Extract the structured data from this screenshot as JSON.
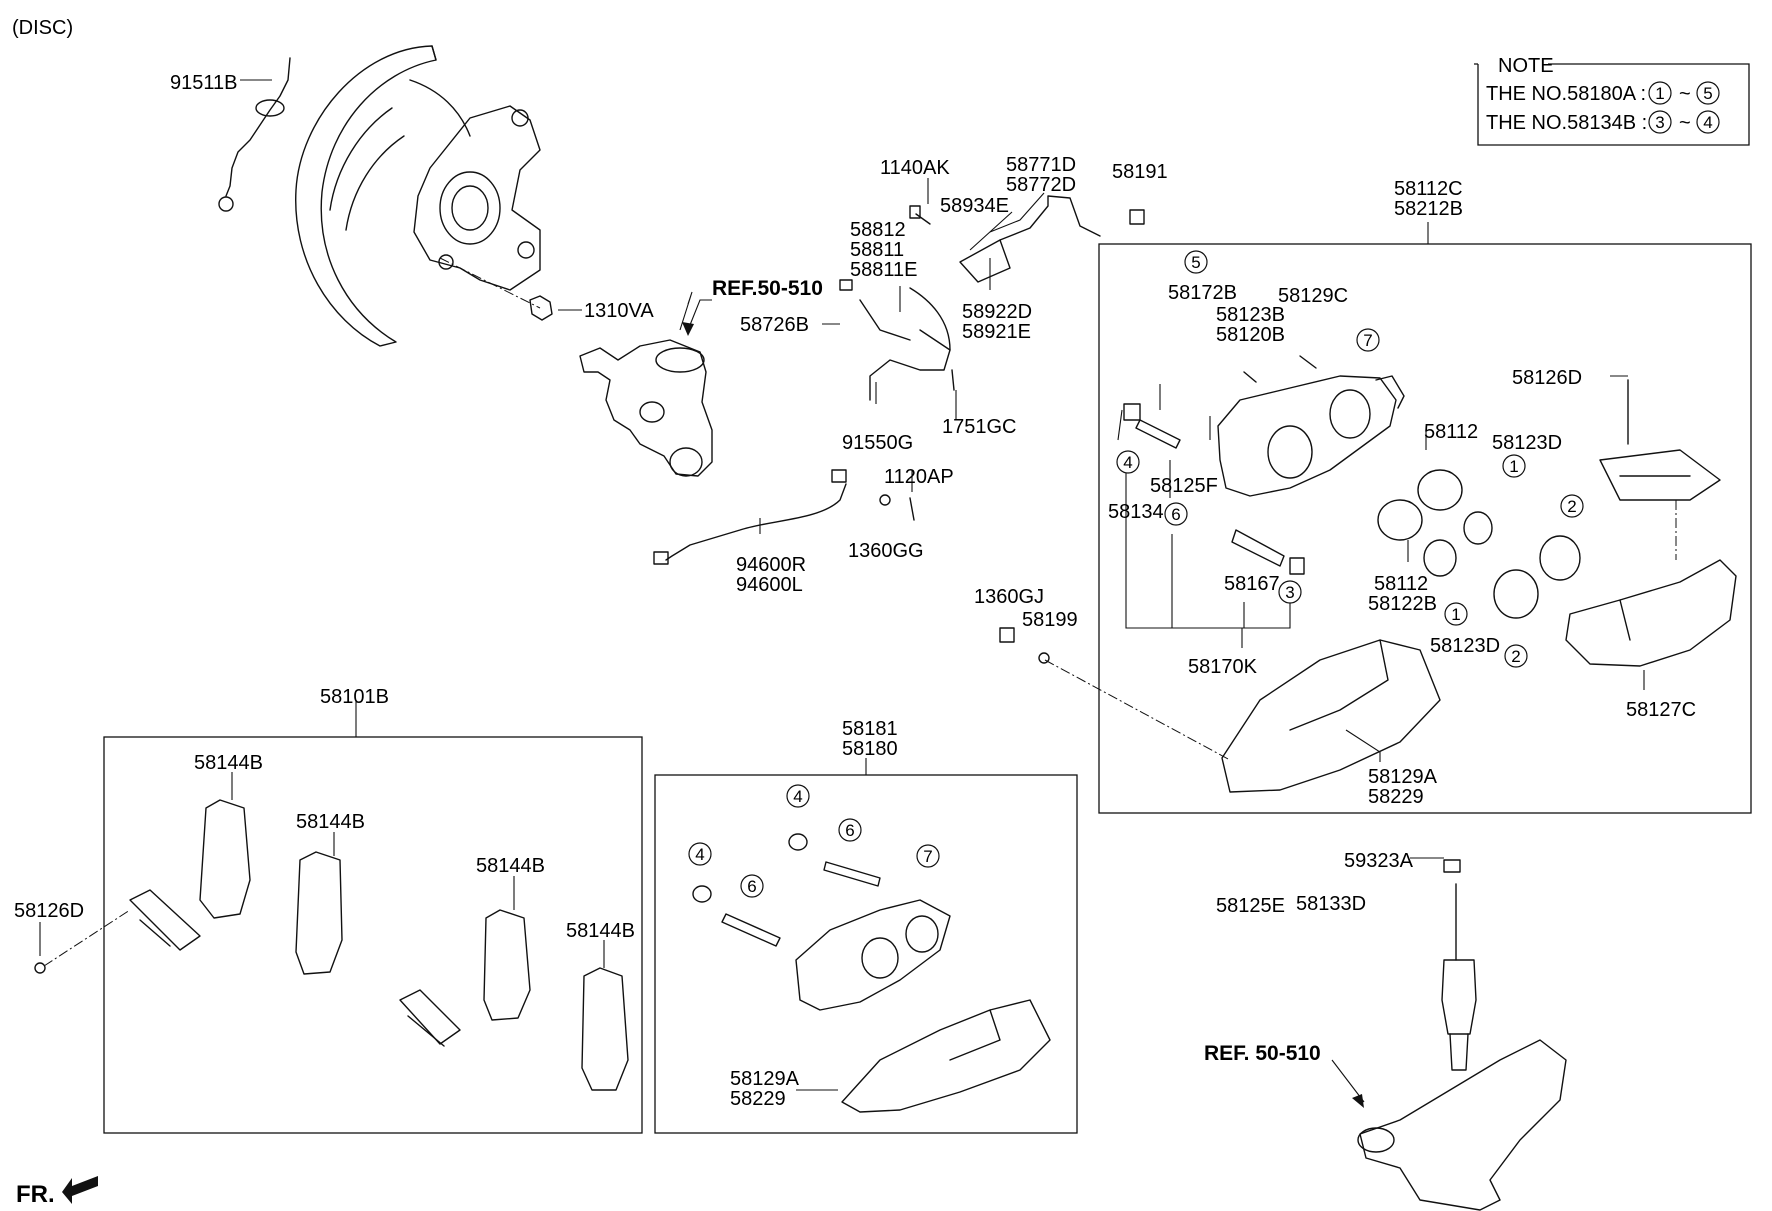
{
  "header": {
    "title": "(DISC)"
  },
  "note": {
    "title": "NOTE",
    "lines": [
      {
        "text": "THE NO.58180A :",
        "from": "1",
        "sep": "~",
        "to": "5"
      },
      {
        "text": "THE NO.58134B :",
        "from": "3",
        "sep": "~",
        "to": "4"
      }
    ]
  },
  "refs": {
    "upper": "REF.50-510",
    "lower": "REF. 50-510"
  },
  "front_marker": "FR.",
  "labels": {
    "p91511B": "91511B",
    "p1310VA": "1310VA",
    "p1140AK": "1140AK",
    "p58771D": "58771D",
    "p58772D": "58772D",
    "p58191": "58191",
    "p58934E": "58934E",
    "p58812": "58812",
    "p58811": "58811",
    "p58811E": "58811E",
    "p58726B": "58726B",
    "p58922D": "58922D",
    "p58921E": "58921E",
    "p91550G": "91550G",
    "p1751GC": "1751GC",
    "p1120AP": "1120AP",
    "p1360GG": "1360GG",
    "p94600R": "94600R",
    "p94600L": "94600L",
    "p58112C": "58112C",
    "p58212B": "58212B",
    "p58172B": "58172B",
    "p58123B": "58123B",
    "p58120B": "58120B",
    "p58129C": "58129C",
    "p58126D_top": "58126D",
    "p58125F": "58125F",
    "p58134": "58134",
    "p58112_a": "58112",
    "p58123D_a": "58123D",
    "p58112_b": "58112",
    "p58122B": "58122B",
    "p58123D_b": "58123D",
    "p58167": "58167",
    "p58170K": "58170K",
    "p1360GJ": "1360GJ",
    "p58199": "58199",
    "p58127C": "58127C",
    "p58129A_top": "58129A",
    "p58229_top": "58229",
    "p59323A": "59323A",
    "p58125E": "58125E",
    "p58133D": "58133D",
    "p58101B": "58101B",
    "p58144B_1": "58144B",
    "p58144B_2": "58144B",
    "p58144B_3": "58144B",
    "p58144B_4": "58144B",
    "p58126D_left": "58126D",
    "p58181": "58181",
    "p58180": "58180",
    "p58129A_bot": "58129A",
    "p58229_bot": "58229"
  },
  "callouts": {
    "c5": "5",
    "c7": "7",
    "c4": "4",
    "c6": "6",
    "c3": "3",
    "c1": "1",
    "c2": "2",
    "k4a": "4",
    "k6a": "6",
    "k7": "7",
    "k4b": "4",
    "k6b": "6"
  }
}
